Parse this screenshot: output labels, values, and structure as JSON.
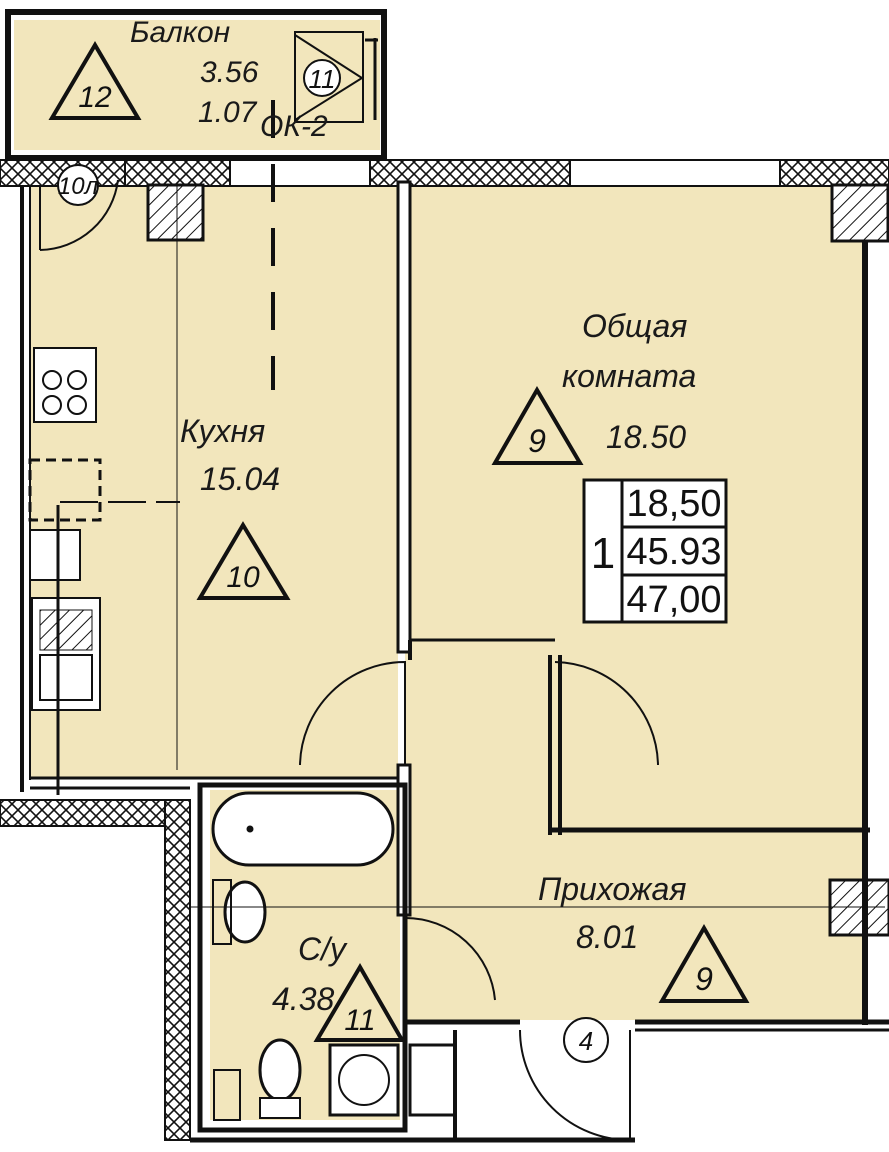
{
  "colors": {
    "room_fill": "#f2e6bc",
    "wall": "#111111",
    "background": "#ffffff"
  },
  "rooms": {
    "balcony": {
      "name": "Балкон",
      "area": "3.56",
      "coef_area": "1.07",
      "code": "ОК-2"
    },
    "kitchen": {
      "name": "Кухня",
      "area": "15.04"
    },
    "living": {
      "name_line1": "Общая",
      "name_line2": "комната",
      "area": "18.50"
    },
    "hall": {
      "name": "Прихожая",
      "area": "8.01"
    },
    "bath": {
      "name": "С/у",
      "area": "4.38"
    }
  },
  "markers": {
    "balcony": "12",
    "kitchen": "10",
    "living": "9",
    "hall": "9",
    "bath": "11",
    "circle_window": "11",
    "circle_door": "10л",
    "circle_entry": "4"
  },
  "summary": {
    "rooms_count": "1",
    "living_area": "18,50",
    "total_area": "45.93",
    "total_with_balcony": "47,00"
  }
}
